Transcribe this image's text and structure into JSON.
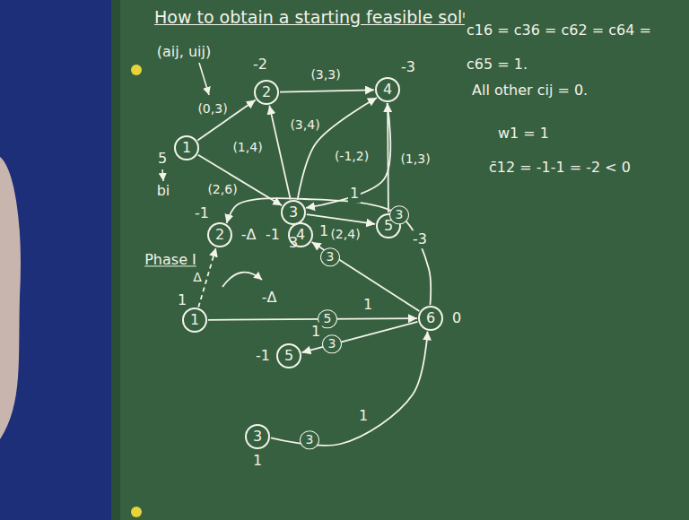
{
  "diagram": {
    "title": "How to obtain a starting feasible solⁿ",
    "nodes": [
      {
        "text": [
          "1",
          "5"
        ]
      },
      {
        "text": [
          "2",
          "-2"
        ]
      },
      {
        "text": [
          "3",
          "3"
        ]
      },
      {
        "text": [
          "4",
          "-3"
        ]
      },
      {
        "text": [
          "5",
          "-3"
        ]
      },
      {
        "text": [
          "1",
          "1"
        ]
      },
      {
        "text": [
          "2",
          "-1"
        ]
      },
      {
        "text": [
          "3",
          "1"
        ]
      },
      {
        "text": [
          "4",
          "-1"
        ]
      },
      {
        "text": [
          "5",
          "-1"
        ]
      },
      {
        "text": [
          "6",
          "0"
        ]
      }
    ],
    "edges": [
      {
        "from": 0,
        "to": 1,
        "label": "(0,3)",
        "arrow": "to"
      },
      {
        "from": 0,
        "to": 2,
        "label": "(2,6)",
        "arrow": "to"
      },
      {
        "from": 2,
        "to": 1,
        "label": "(1,4)",
        "arrow": "to"
      },
      {
        "from": 1,
        "to": 3,
        "label": "(3,3)",
        "arrow": "to"
      },
      {
        "from": 2,
        "to": 3,
        "label": "(3,4)",
        "arrow": "to"
      },
      {
        "from": 3,
        "to": 2,
        "label": "(-1,2)",
        "arrow": "to"
      },
      {
        "from": 4,
        "to": 3,
        "label": "(1,3)",
        "arrow": "to"
      },
      {
        "from": 2,
        "to": 4,
        "label": "(2,4)",
        "arrow": "to"
      },
      {
        "from": 5,
        "to": 10,
        "label": "5",
        "arrow": "to"
      },
      {
        "from": 10,
        "to": 6,
        "label": "3",
        "arrow": "to"
      },
      {
        "from": 10,
        "to": 8,
        "label": "3",
        "arrow": "to"
      },
      {
        "from": 10,
        "to": 9,
        "label": "3",
        "arrow": "to"
      },
      {
        "from": 7,
        "to": 10,
        "label": "3",
        "arrow": "to"
      },
      {
        "from": 5,
        "to": 6,
        "label": "Δ",
        "arrow": "to"
      }
    ],
    "labels": [
      "(aij, uij)",
      "bi",
      "Phase I",
      "c16 = c36 = c62 = c64 = c65 = 1.",
      "All other cij = 0.",
      "w1 = 1",
      "c̄12 = -1-1 = -2 < 0",
      "1",
      "1",
      "1",
      "1",
      "1",
      "-Δ",
      "-Δ"
    ]
  }
}
